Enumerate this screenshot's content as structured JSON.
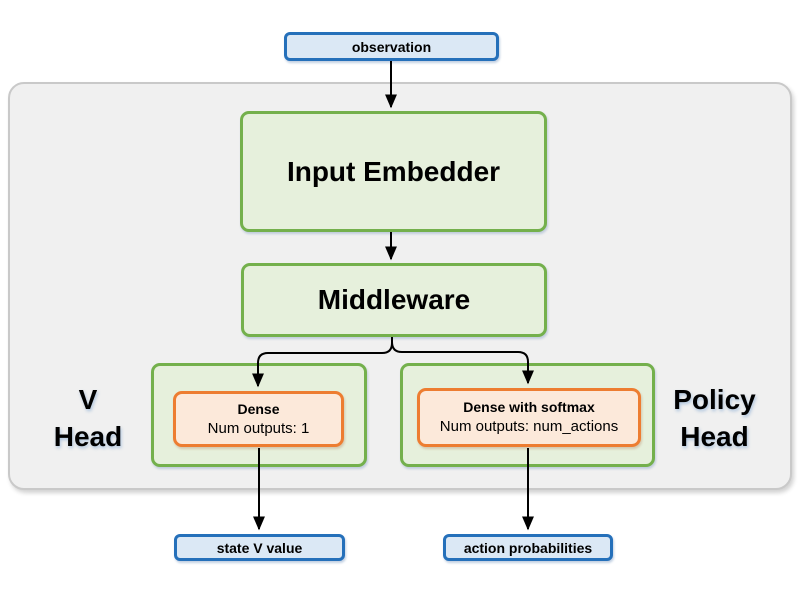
{
  "diagram": {
    "observation_label": "observation",
    "input_embedder_label": "Input Embedder",
    "middleware_label": "Middleware",
    "v_head": {
      "label": "V\nHead",
      "dense_title": "Dense",
      "dense_sub": "Num outputs: 1",
      "output_label": "state V value"
    },
    "policy_head": {
      "label": "Policy\nHead",
      "dense_title": "Dense with softmax",
      "dense_sub": "Num outputs: num_actions",
      "output_label": "action probabilities"
    }
  },
  "colors": {
    "blue-border": "#2570ba",
    "blue-fill": "#dbe8f5",
    "green-border": "#74b04c",
    "green-fill": "#e6f0dc",
    "orange-border": "#ed7d31",
    "orange-fill": "#fce9da",
    "container-fill": "#f0f0f0",
    "container-border": "#c9c9c9",
    "arrow": "#000000"
  }
}
